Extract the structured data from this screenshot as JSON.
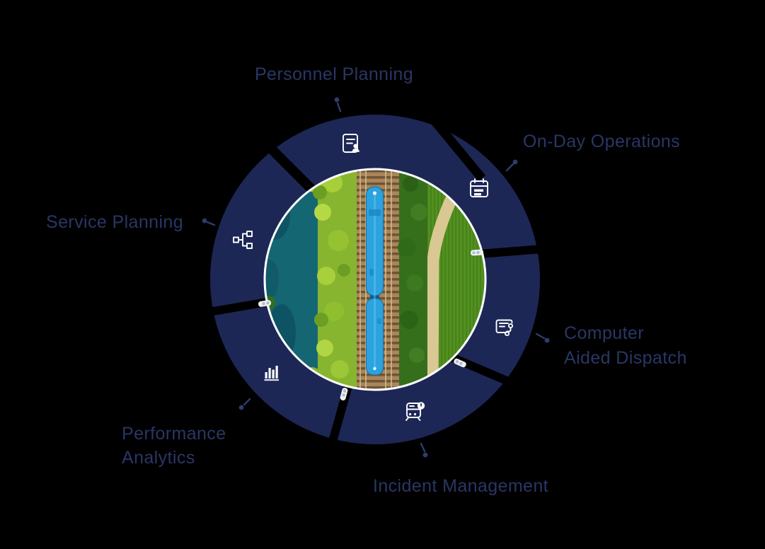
{
  "diagram": {
    "type": "circular-capability-wheel",
    "center_image_alt": "Aerial photo of a blue passenger train on railway tracks between a teal river with trees and a green crop field with a sandy path",
    "colors": {
      "background": "#000000",
      "ring": "#1d2756",
      "label_text": "#2a3664",
      "icon": "#ffffff",
      "leader_line": "#2e3c6e",
      "train_blue": "#2aa3df",
      "mini_train": "#edf1f5"
    },
    "segments": [
      {
        "id": "personnel-planning",
        "label_line1": "Personnel Planning",
        "icon": "document-person-icon"
      },
      {
        "id": "on-day-operations",
        "label_line1": "On-Day Operations",
        "icon": "calendar-icon"
      },
      {
        "id": "computer-aided-dispatch",
        "label_line1": "Computer",
        "label_line2": "Aided Dispatch",
        "icon": "document-flow-icon"
      },
      {
        "id": "incident-management",
        "label_line1": "Incident Management",
        "icon": "train-alert-icon"
      },
      {
        "id": "performance-analytics",
        "label_line1": "Performance",
        "label_line2": "Analytics",
        "icon": "bar-chart-icon"
      },
      {
        "id": "service-planning",
        "label_line1": "Service Planning",
        "icon": "branch-network-icon"
      }
    ]
  }
}
